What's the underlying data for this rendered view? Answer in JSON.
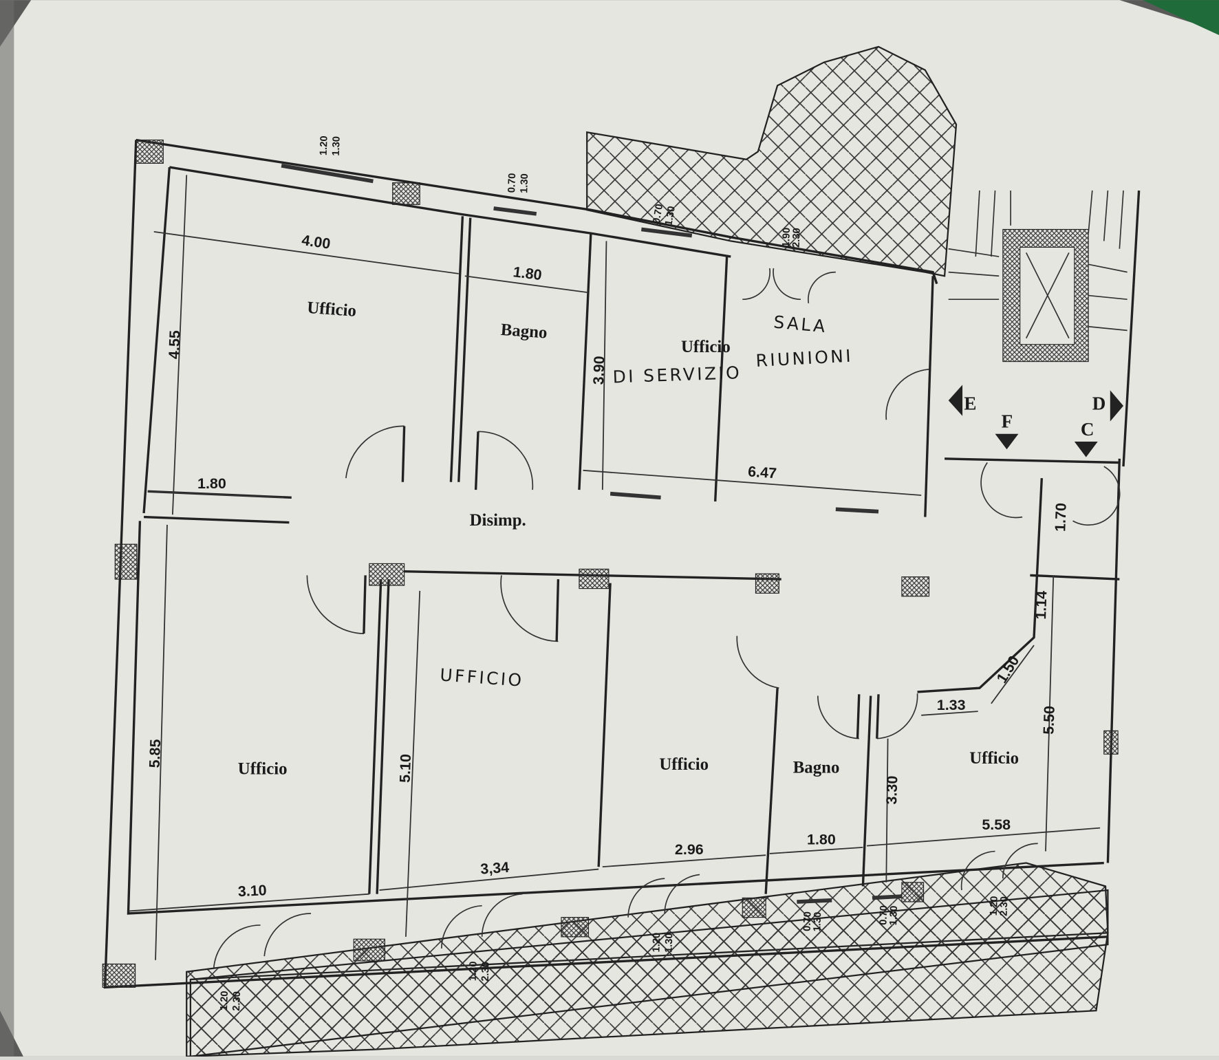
{
  "colors": {
    "paper": "#e6e6e1",
    "ink": "#1a1a1a",
    "background_green": "#1f6b3a",
    "shadow": "#4a4a48"
  },
  "rooms": {
    "ufficio_top_left": "Ufficio",
    "bagno_top": "Bagno",
    "ufficio_servizio": "Ufficio",
    "servizio_note": "DI SERVIZIO",
    "sala_line1": "SALA",
    "sala_line2": "RIUNIONI",
    "disimp": "Disimp.",
    "ufficio_handwritten": "UFFICIO",
    "ufficio_bottom_left": "Ufficio",
    "ufficio_bottom_mid": "Ufficio",
    "bagno_bottom": "Bagno",
    "ufficio_bottom_right": "Ufficio"
  },
  "dimensions": {
    "d400": "4.00",
    "d180_top": "1.80",
    "d455": "4.55",
    "d390": "3.90",
    "d647": "6.47",
    "d180_left": "1.80",
    "d585": "5.85",
    "d510": "5.10",
    "d310": "3.10",
    "d334": "3,34",
    "d296": "2.96",
    "d180_bottom": "1.80",
    "d558": "5.58",
    "d330": "3.30",
    "d550": "5.50",
    "d133": "1.33",
    "d150": "1.50",
    "d114": "1.14",
    "d170": "1.70"
  },
  "windows": {
    "w1": [
      "1.20",
      "1.30"
    ],
    "w2": [
      "0.70",
      "1.30"
    ],
    "w3": [
      "0.70",
      "1.30"
    ],
    "w4": [
      "1.90",
      "2.30"
    ],
    "b1": [
      "1.20",
      "2.30"
    ],
    "b2": [
      "1.20",
      "2.30"
    ],
    "b3": [
      "1.20",
      "1.30"
    ],
    "b4": [
      "0.70",
      "1.30"
    ],
    "b5": [
      "0.70",
      "1.30"
    ],
    "b6": [
      "1.20",
      "2.30"
    ]
  },
  "stair_markers": [
    "E",
    "F",
    "C",
    "D"
  ]
}
